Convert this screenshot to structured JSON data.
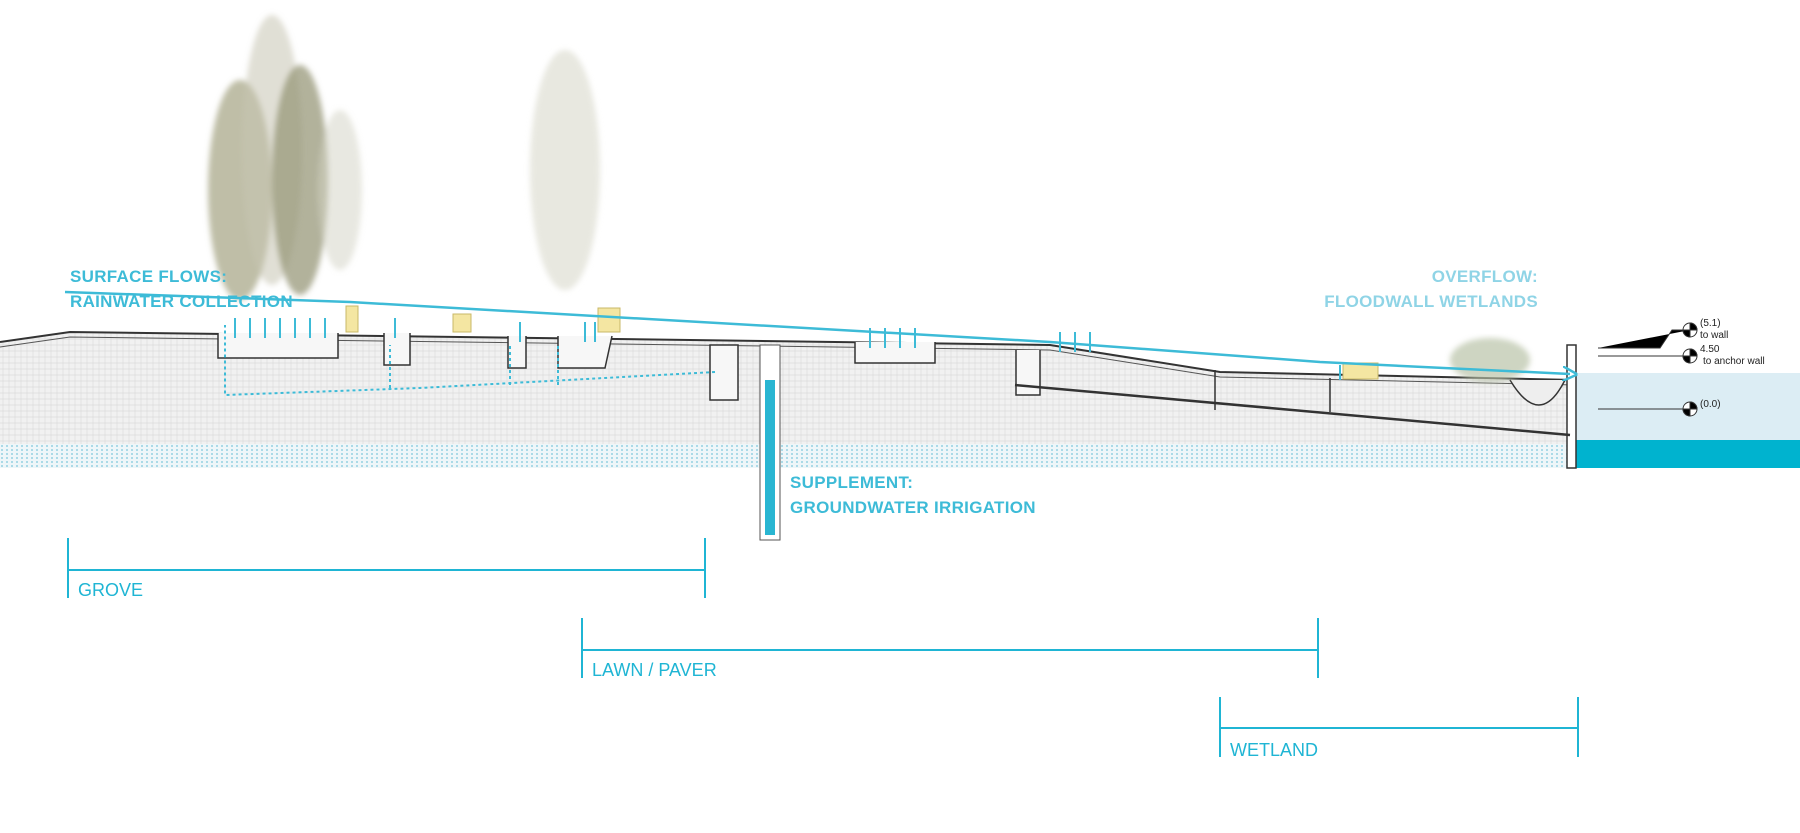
{
  "labels": {
    "surface_title": "SURFACE FLOWS:",
    "surface_sub": "RAINWATER COLLECTION",
    "overflow_title": "OVERFLOW:",
    "overflow_sub": "FLOODWALL WETLANDS",
    "supplement_title": "SUPPLEMENT:",
    "supplement_sub": "GROUNDWATER IRRIGATION"
  },
  "zones": [
    {
      "label": "GROVE"
    },
    {
      "label": "LAWN / PAVER"
    },
    {
      "label": "WETLAND"
    }
  ],
  "elevations": [
    {
      "value": "(5.1)",
      "note": "to wall"
    },
    {
      "value": "4.50",
      "note": "to anchor wall"
    },
    {
      "value": "(0.0)",
      "note": ""
    }
  ],
  "colors": {
    "accent": "#3dbbd7",
    "water_light": "#dcedf4",
    "water_deep": "#00b3cf"
  }
}
